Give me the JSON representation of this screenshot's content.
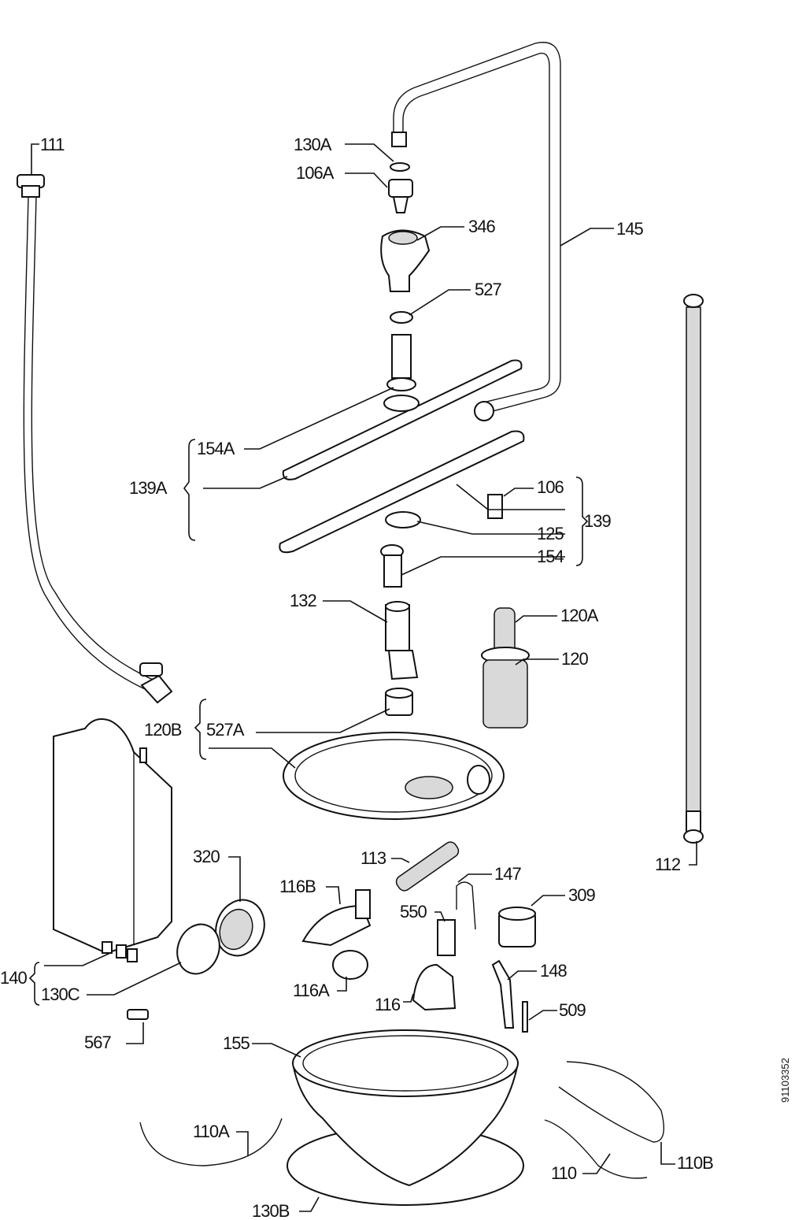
{
  "diagram": {
    "title": "Exploded parts diagram - spray arms, water circuit and sump",
    "document_number": "91103352",
    "labels": [
      {
        "id": "111",
        "text": "111"
      },
      {
        "id": "130A",
        "text": "130A"
      },
      {
        "id": "106A",
        "text": "106A"
      },
      {
        "id": "346",
        "text": "346"
      },
      {
        "id": "145",
        "text": "145"
      },
      {
        "id": "527",
        "text": "527"
      },
      {
        "id": "154A",
        "text": "154A"
      },
      {
        "id": "139A",
        "text": "139A"
      },
      {
        "id": "106",
        "text": "106"
      },
      {
        "id": "139",
        "text": "139"
      },
      {
        "id": "125",
        "text": "125"
      },
      {
        "id": "154",
        "text": "154"
      },
      {
        "id": "132",
        "text": "132"
      },
      {
        "id": "120A",
        "text": "120A"
      },
      {
        "id": "120",
        "text": "120"
      },
      {
        "id": "120B",
        "text": "120B"
      },
      {
        "id": "527A",
        "text": "527A"
      },
      {
        "id": "112",
        "text": "112"
      },
      {
        "id": "113",
        "text": "113"
      },
      {
        "id": "147",
        "text": "147"
      },
      {
        "id": "320",
        "text": "320"
      },
      {
        "id": "116B",
        "text": "116B"
      },
      {
        "id": "550",
        "text": "550"
      },
      {
        "id": "309",
        "text": "309"
      },
      {
        "id": "140",
        "text": "140"
      },
      {
        "id": "130C",
        "text": "130C"
      },
      {
        "id": "116A",
        "text": "116A"
      },
      {
        "id": "116",
        "text": "116"
      },
      {
        "id": "148",
        "text": "148"
      },
      {
        "id": "509",
        "text": "509"
      },
      {
        "id": "567",
        "text": "567"
      },
      {
        "id": "155",
        "text": "155"
      },
      {
        "id": "110A",
        "text": "110A"
      },
      {
        "id": "110",
        "text": "110"
      },
      {
        "id": "110B",
        "text": "110B"
      },
      {
        "id": "130B",
        "text": "130B"
      }
    ],
    "groups": [
      {
        "label": "139A",
        "members": [
          "154A",
          "lower-arm"
        ]
      },
      {
        "label": "139",
        "members": [
          "106",
          "125",
          "154"
        ]
      },
      {
        "label": "120B",
        "members": [
          "527A",
          "filter-plate"
        ]
      },
      {
        "label": "140",
        "members": [
          "tank-nozzles",
          "130C"
        ]
      }
    ]
  }
}
